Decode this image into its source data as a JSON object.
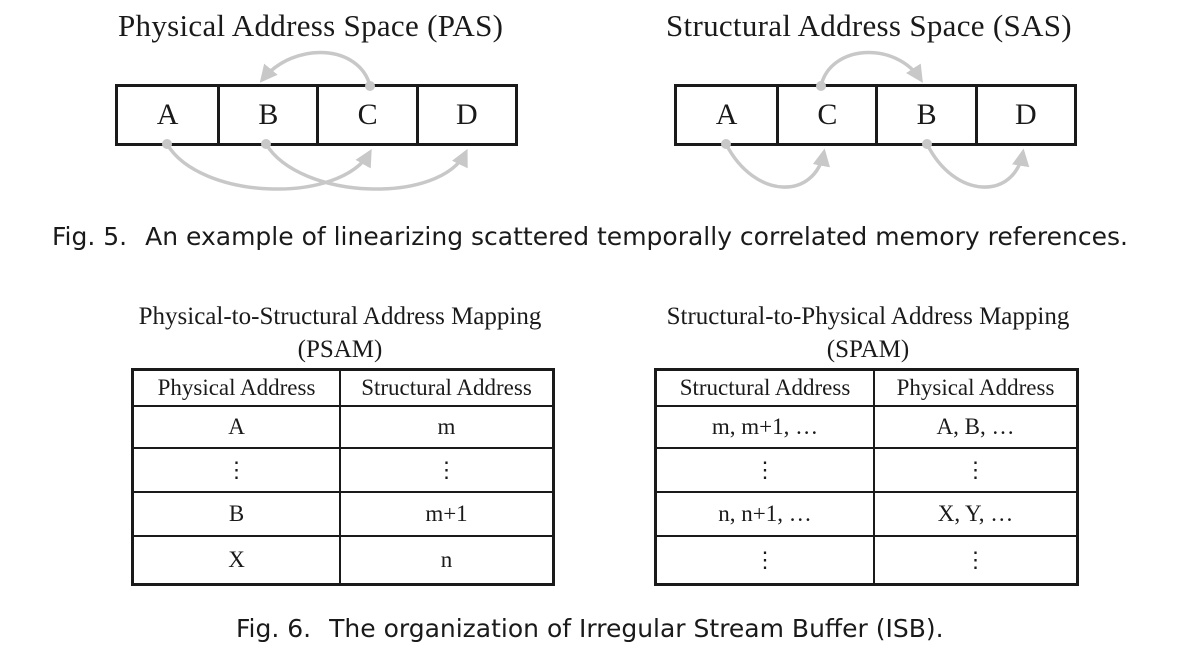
{
  "fig5": {
    "pas": {
      "title": "Physical Address Space (PAS)",
      "cells": [
        "A",
        "B",
        "C",
        "D"
      ]
    },
    "sas": {
      "title": "Structural Address Space (SAS)",
      "cells": [
        "A",
        "C",
        "B",
        "D"
      ]
    },
    "caption_num": "Fig. 5.",
    "caption_text": "An example of linearizing scattered temporally correlated memory references."
  },
  "fig6": {
    "psam": {
      "title_line1": "Physical-to-Structural Address Mapping",
      "title_line2": "(PSAM)",
      "headers": [
        "Physical Address",
        "Structural Address"
      ],
      "rows": [
        [
          "A",
          "m"
        ],
        [
          "⋮",
          "⋮"
        ],
        [
          "B",
          "m+1"
        ],
        [
          "X",
          "n"
        ]
      ]
    },
    "spam": {
      "title_line1": "Structural-to-Physical Address Mapping",
      "title_line2": "(SPAM)",
      "headers": [
        "Structural Address",
        "Physical Address"
      ],
      "rows": [
        [
          "m, m+1, …",
          "A, B, …"
        ],
        [
          "⋮",
          "⋮"
        ],
        [
          "n, n+1, …",
          "X, Y, …"
        ],
        [
          "⋮",
          "⋮"
        ]
      ]
    },
    "caption_num": "Fig. 6.",
    "caption_text": "The organization of Irregular Stream Buffer (ISB)."
  },
  "colors": {
    "arrow": "#c8c8c8",
    "ink": "#1a1a1a"
  }
}
